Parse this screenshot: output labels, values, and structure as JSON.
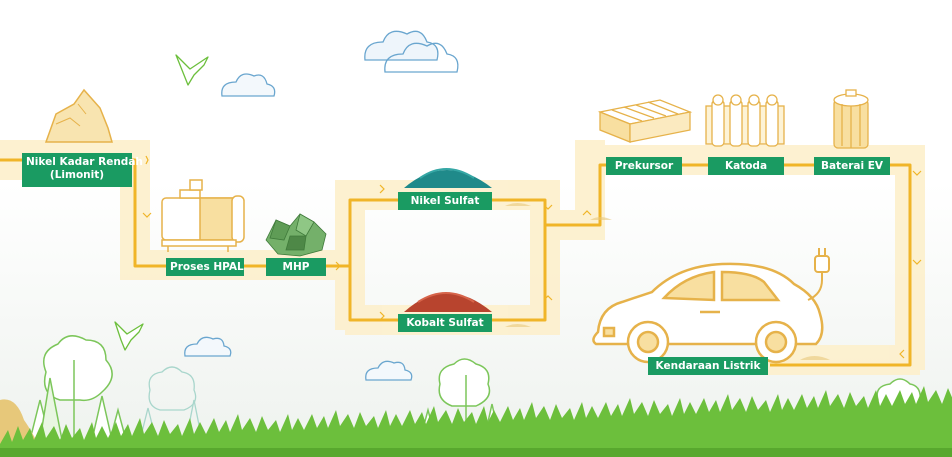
{
  "labels": {
    "nikel_kadar_rendah": "Nikel Kadar Rendah",
    "limonit": "(Limonit)",
    "proses_hpal": "Proses HPAL",
    "mhp": "MHP",
    "nikel_sulfat": "Nikel Sulfat",
    "kobalt_sulfat": "Kobalt Sulfat",
    "prekursor": "Prekursor",
    "katoda": "Katoda",
    "baterai_ev": "Baterai EV",
    "kendaraan_listrik": "Kendaraan Listrik"
  },
  "colors": {
    "path": "#f0b528",
    "path_band": "#fdf0cc",
    "label_bg": "#1a9b62",
    "grass": "#6cbf3c",
    "tree_outline": "#7cc65a",
    "cloud_outline": "#6aa6cf",
    "bird": "#6cbf3c",
    "sand": "#e7c87a"
  },
  "icons": [
    "ore-pile-icon",
    "hpal-machine-icon",
    "mhp-crystal-icon",
    "nickel-sulfate-pile-icon",
    "cobalt-sulfate-pile-icon",
    "precursor-block-icon",
    "cathode-tubes-icon",
    "battery-cell-icon",
    "electric-car-icon",
    "plug-icon",
    "bird-icon",
    "cloud-icon",
    "tree-icon",
    "grass-icon"
  ]
}
